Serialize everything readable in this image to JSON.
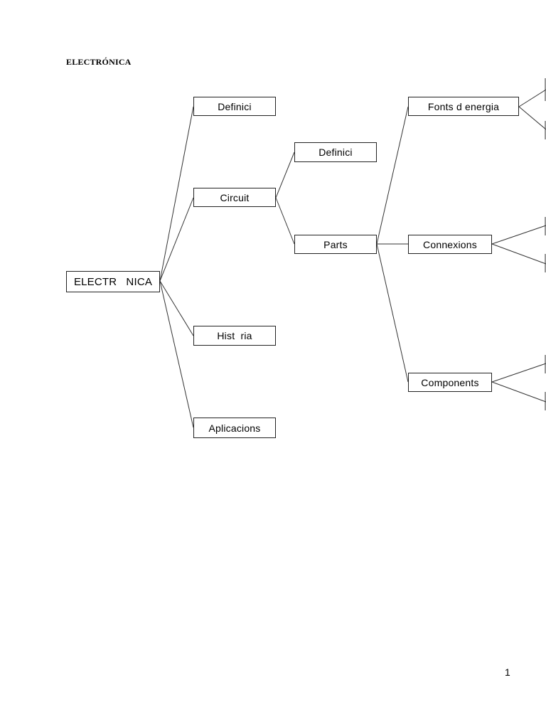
{
  "page": {
    "title": "ELECTRÓNICA",
    "page_number": "1"
  },
  "diagram": {
    "root": "ELECTR   NICA",
    "level1": {
      "definicio": "Definici",
      "circuit": "Circuit",
      "historia": "Hist  ria",
      "aplicacions": "Aplicacions"
    },
    "level2": {
      "definicio": "Definici",
      "parts": "Parts"
    },
    "level3": {
      "fonts": "Fonts d energia",
      "connexions": "Connexions",
      "components": "Components"
    }
  }
}
